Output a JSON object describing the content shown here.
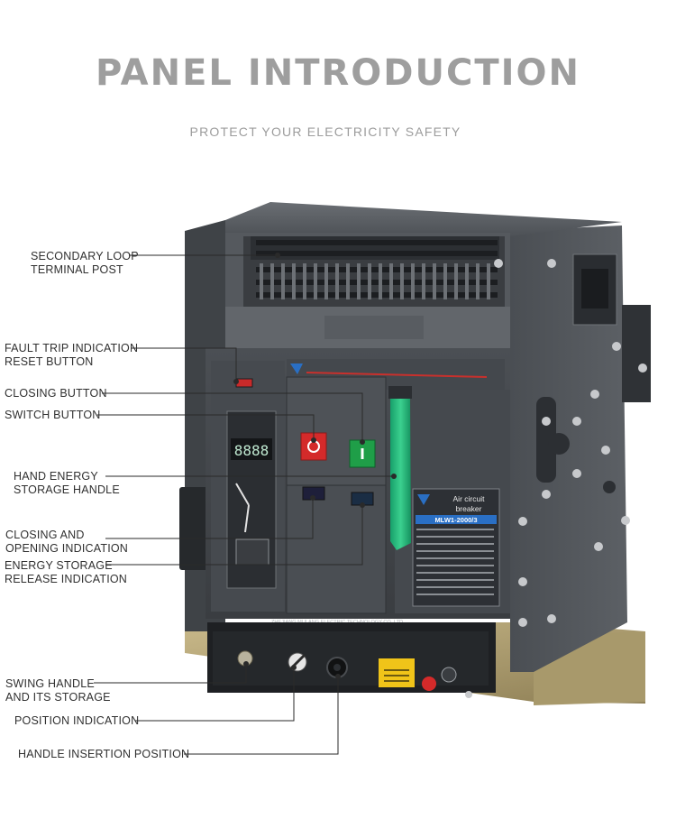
{
  "header": {
    "title": "PANEL INTRODUCTION",
    "subtitle": "PROTECT YOUR ELECTRICITY SAFETY"
  },
  "callouts": [
    {
      "id": "secondary-loop-terminal-post",
      "lines": [
        "SECONDARY LOOP",
        "TERMINAL POST"
      ]
    },
    {
      "id": "fault-trip-indication-reset-button",
      "lines": [
        "FAULT TRIP INDICATION",
        "RESET BUTTON"
      ]
    },
    {
      "id": "closing-button",
      "lines": [
        "CLOSING BUTTON"
      ]
    },
    {
      "id": "switch-button",
      "lines": [
        "SWITCH BUTTON"
      ]
    },
    {
      "id": "hand-energy-storage-handle",
      "lines": [
        "HAND ENERGY",
        "STORAGE HANDLE"
      ]
    },
    {
      "id": "closing-and-opening-indication",
      "lines": [
        "CLOSING AND",
        "OPENING INDICATION"
      ]
    },
    {
      "id": "energy-storage-release-indication",
      "lines": [
        "ENERGY STORAGE",
        "RELEASE INDICATION"
      ]
    },
    {
      "id": "swing-handle-and-storage",
      "lines": [
        "SWING HANDLE",
        "AND ITS STORAGE"
      ]
    },
    {
      "id": "position-indication",
      "lines": [
        "POSITION INDICATION"
      ]
    },
    {
      "id": "handle-insertion-position",
      "lines": [
        "HANDLE INSERTION POSITION"
      ]
    }
  ],
  "device": {
    "nameplate": {
      "line1": "Air circuit",
      "line2": "breaker",
      "model": "MLW1-2000/3"
    },
    "manufacturer": "ZHEJIANG MULANG ELECTRIC TECHNOLOGY CO.,LTD",
    "display_readout": "8888"
  },
  "colors": {
    "title": "#9e9e9e",
    "body": "#3b3e42",
    "accent_green": "#1ea86e",
    "button_red": "#d42a2a",
    "button_green": "#1f9e48",
    "nameplate_blue": "#2a6fc4"
  }
}
